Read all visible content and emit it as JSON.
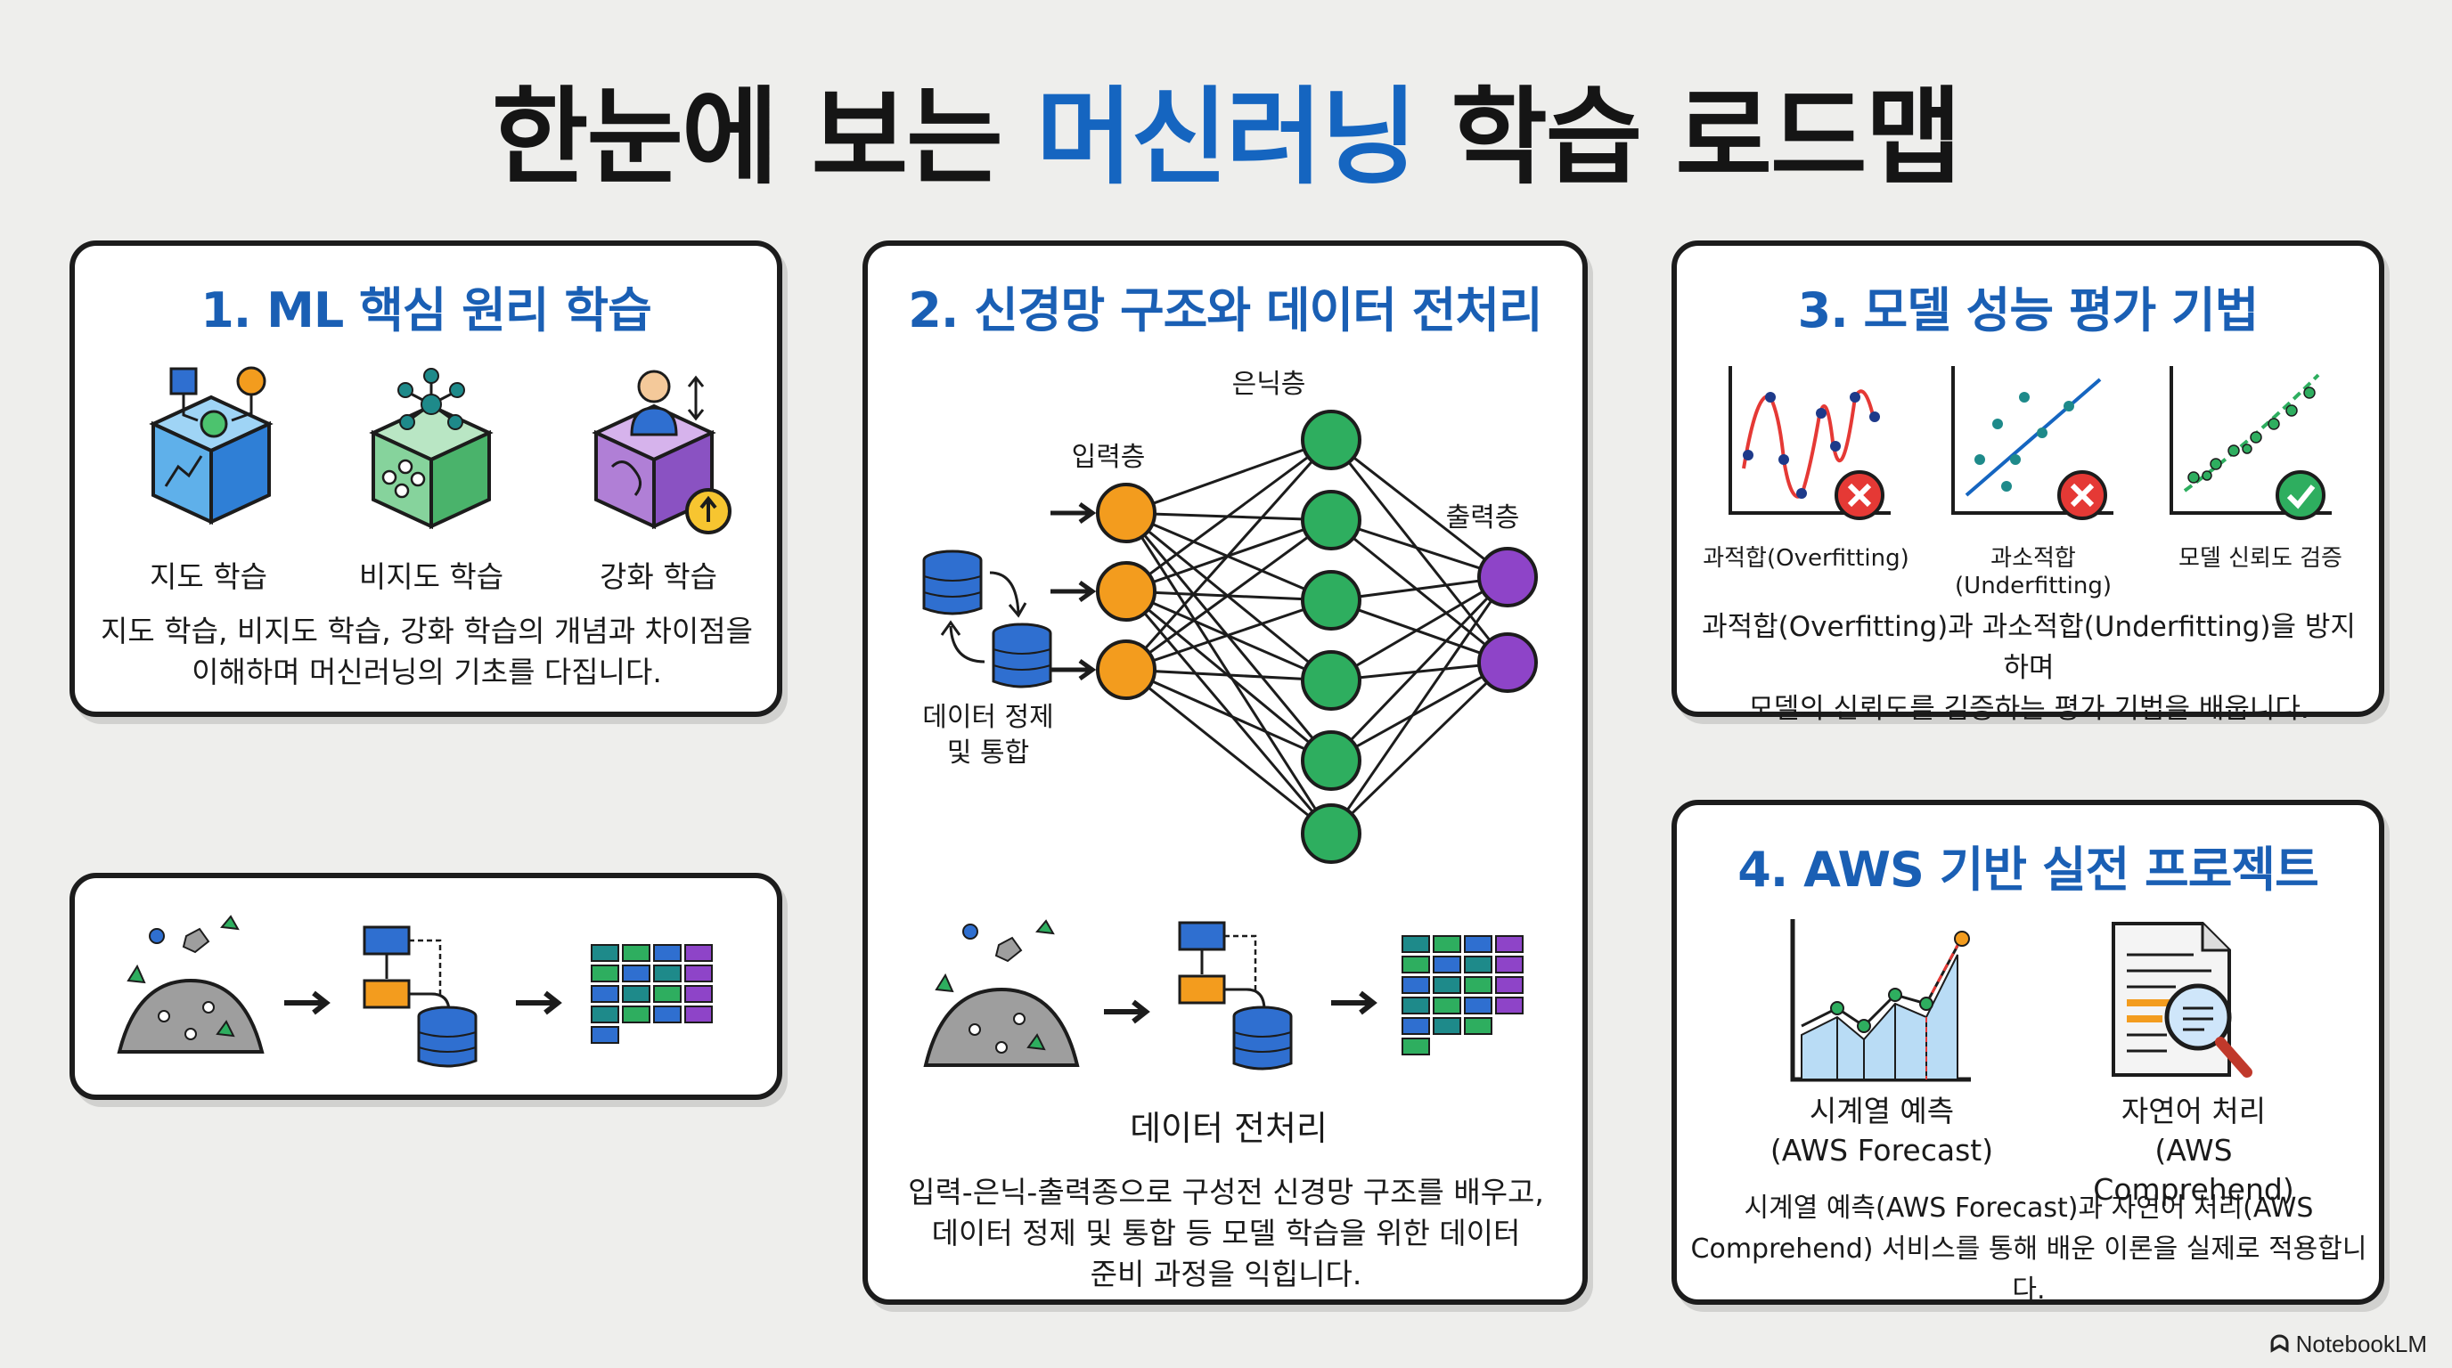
{
  "title": {
    "part1": "한눈에 보는 ",
    "accent": "머신러닝",
    "part2": " 학습 로드맵"
  },
  "card1": {
    "heading": "1. ML 핵심 원리 학습",
    "items": [
      "지도 학습",
      "비지도 학습",
      "강화 학습"
    ],
    "desc_line1": "지도 학습, 비지도 학습, 강화 학습의 개념과 차이점을",
    "desc_line2": "이해하며 머신러닝의 기초를 다집니다."
  },
  "card2": {
    "heading": "2. 신경망 구조와 데이터 전처리",
    "layer_input": "입력층",
    "layer_hidden": "은닉층",
    "layer_output": "출력층",
    "data_clean_line1": "데이터 정제",
    "data_clean_line2": "및 통합",
    "preprocess_label": "데이터 전처리",
    "desc_line1": "입력-은닉-출력종으로 구성전 신경망 구조를 배우고,",
    "desc_line2": "데이터 정제 및 통합 등 모델 학습을 위한 데이터",
    "desc_line3": "준비 과정을 익힙니다."
  },
  "card3": {
    "heading": "3. 모델 성능 평가 기법",
    "charts": [
      "과적합(Overfitting)",
      "과소적합(Underfitting)",
      "모델 신뢰도 검증"
    ],
    "desc_line1": "과적합(Overfitting)과 과소적합(Underfitting)을 방지하며",
    "desc_line2": "모델의 신뢰도를 김증하는 평가 기법을 배웁니다."
  },
  "card4": {
    "heading": "4. AWS 기반 실전 프로젝트",
    "item1_line1": "시계열 예측",
    "item1_line2": "(AWS Forecast)",
    "item2_line1": "자연어 처리",
    "item2_line2": "(AWS Comprehend)",
    "desc_line1": "시계열 예측(AWS Forecast)과 자연어 처리(AWS",
    "desc_line2": "Comprehend) 서비스를 통해 배운 이론을 실제로 적용합니다."
  },
  "watermark": "NotebookLM",
  "colors": {
    "accent": "#1565c0",
    "orange": "#f39c1e",
    "green": "#2eae5f",
    "purple": "#8e44c8",
    "blue": "#2f6fd0",
    "red": "#e53935"
  },
  "icons": [
    "cube-supervised-icon",
    "cube-unsupervised-icon",
    "cube-reinforcement-icon",
    "database-icon",
    "arrow-icon",
    "check-icon",
    "x-icon",
    "magnifier-icon",
    "document-icon",
    "line-chart-icon"
  ]
}
